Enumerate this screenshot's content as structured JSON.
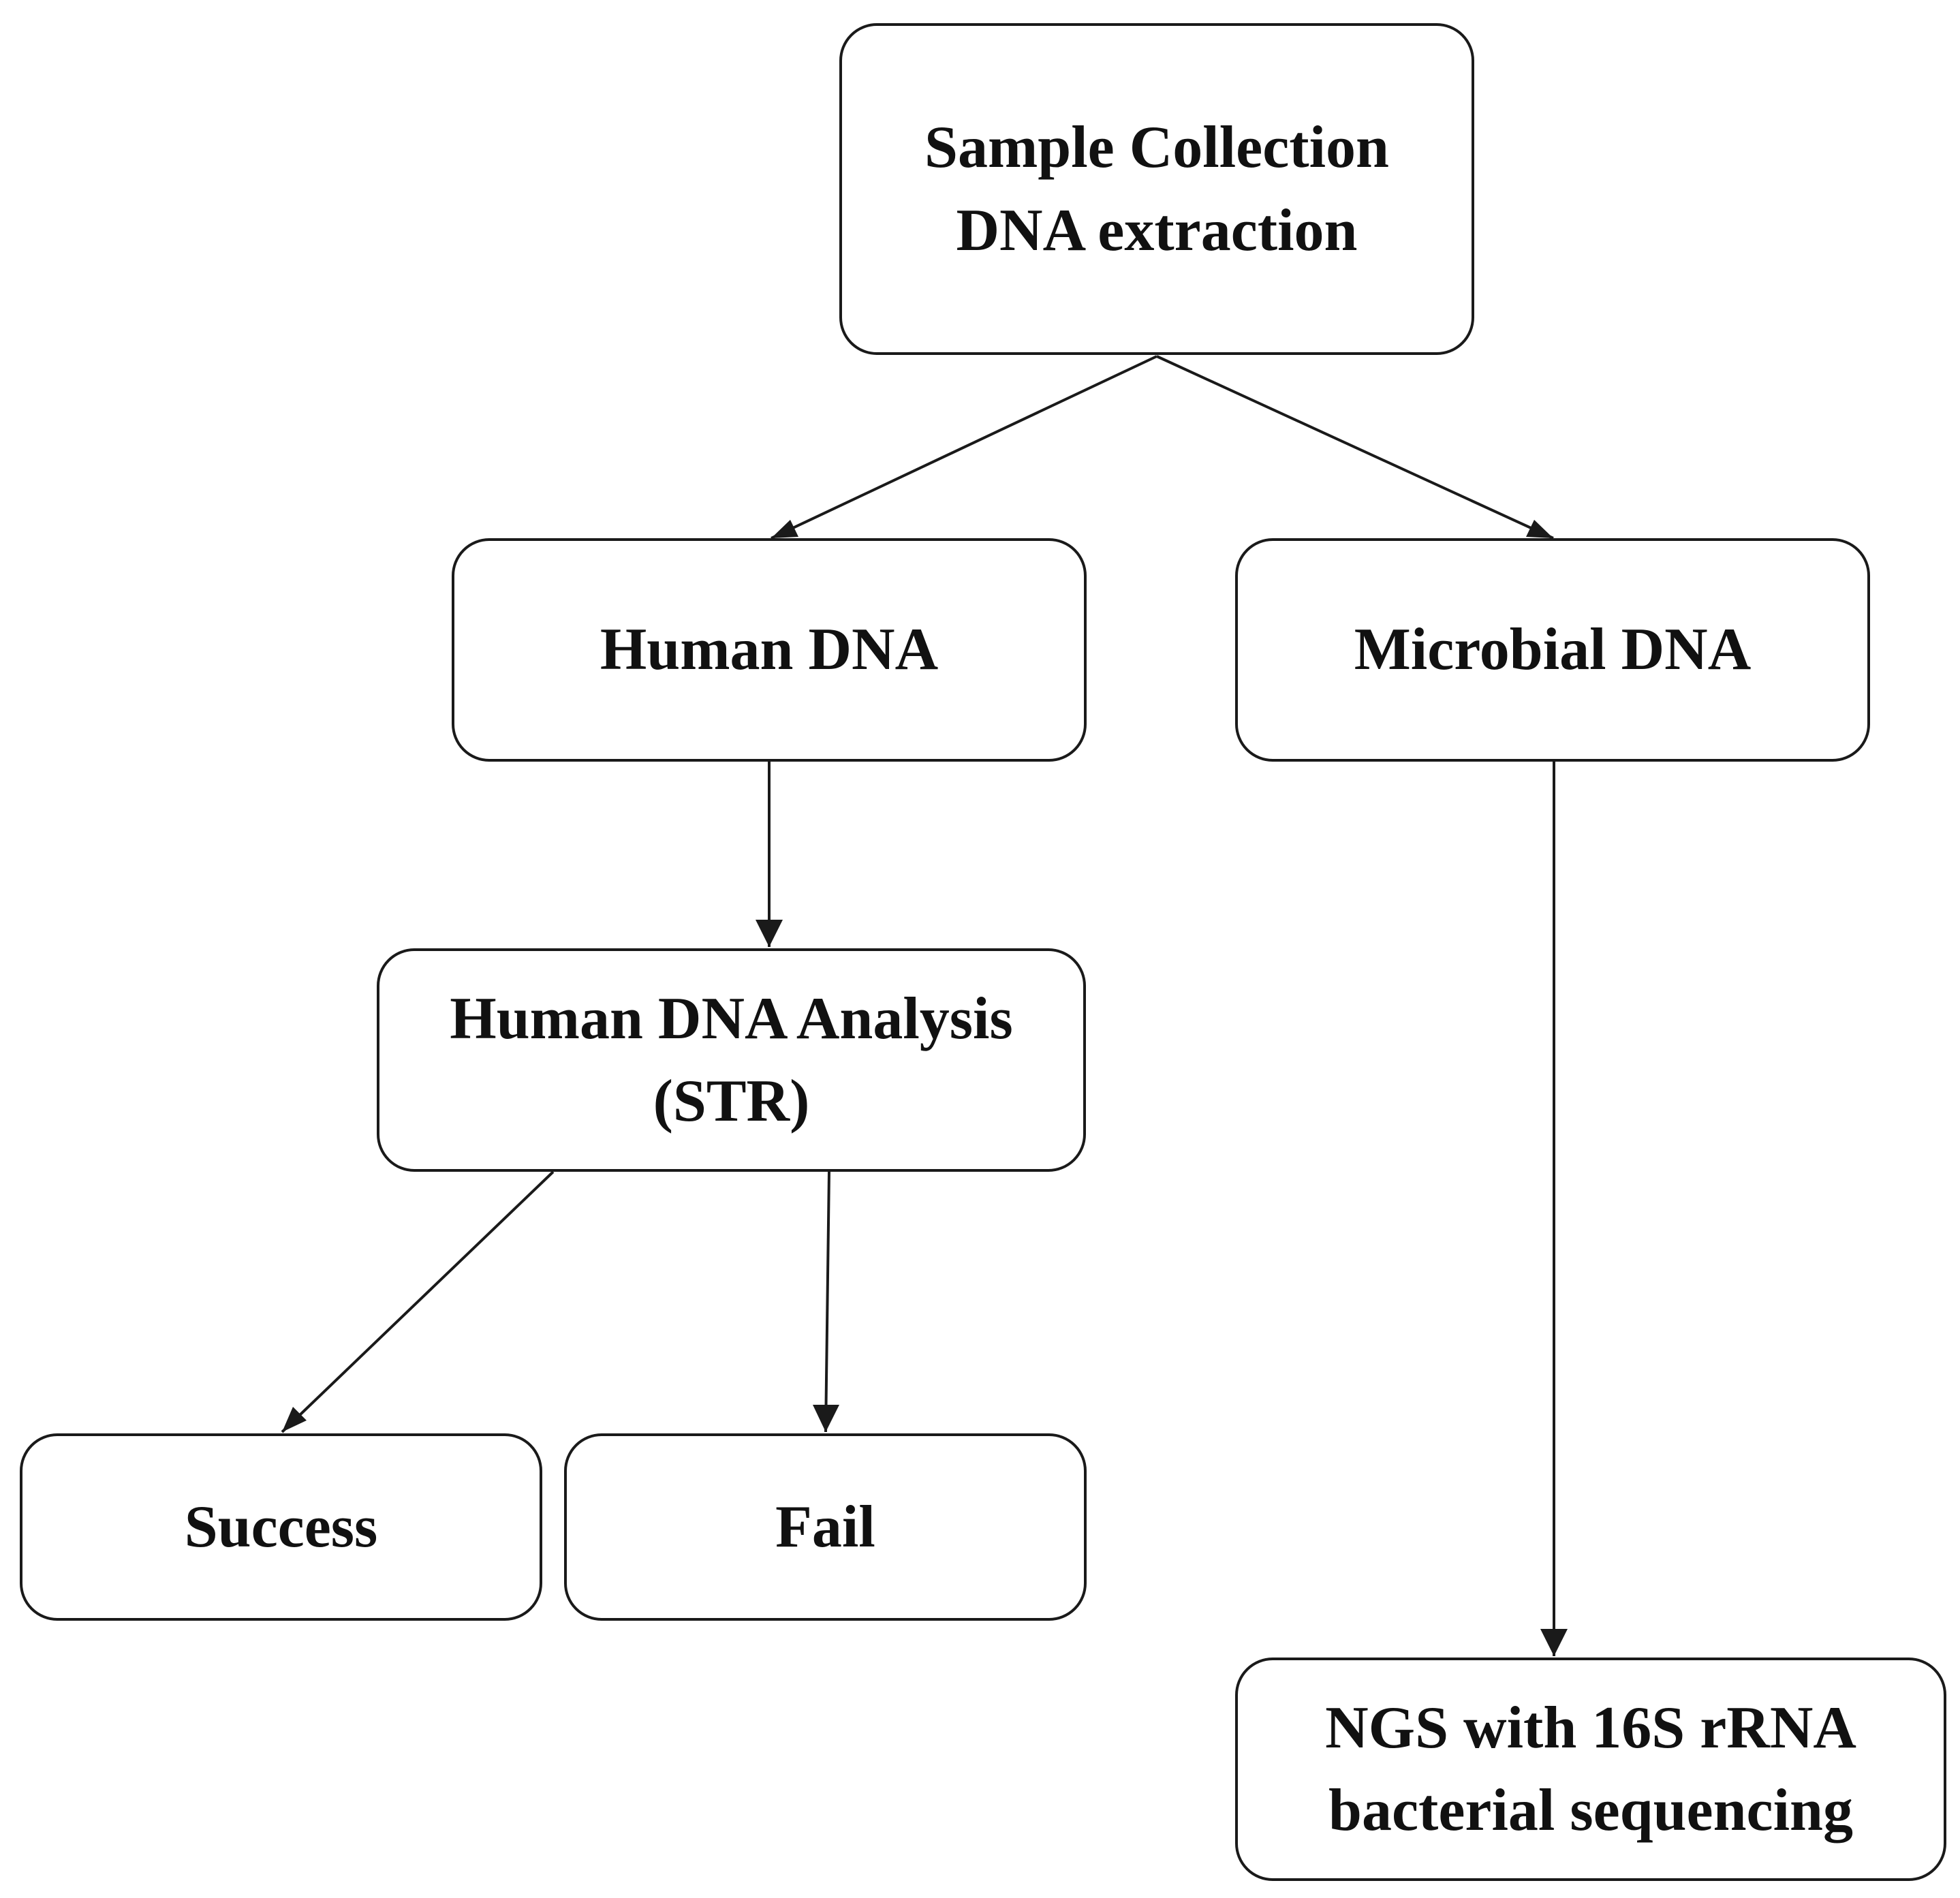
{
  "diagram": {
    "nodes": {
      "sample": {
        "lines": [
          "Sample Collection",
          "DNA extraction"
        ]
      },
      "human": {
        "lines": [
          "Human DNA"
        ]
      },
      "microbial": {
        "lines": [
          "Microbial DNA"
        ]
      },
      "analysis": {
        "lines": [
          "Human DNA Analysis",
          "(STR)"
        ]
      },
      "success": {
        "lines": [
          "Success"
        ]
      },
      "fail": {
        "lines": [
          "Fail"
        ]
      },
      "ngs": {
        "lines": [
          "NGS with 16S rRNA",
          "bacterial sequencing"
        ]
      }
    },
    "edges": [
      {
        "from": "sample",
        "to": "human"
      },
      {
        "from": "sample",
        "to": "microbial"
      },
      {
        "from": "human",
        "to": "analysis"
      },
      {
        "from": "analysis",
        "to": "success"
      },
      {
        "from": "analysis",
        "to": "fail"
      },
      {
        "from": "microbial",
        "to": "ngs"
      }
    ],
    "colors": {
      "stroke": "#1a1a1a",
      "text": "#111111",
      "background": "#ffffff"
    }
  }
}
